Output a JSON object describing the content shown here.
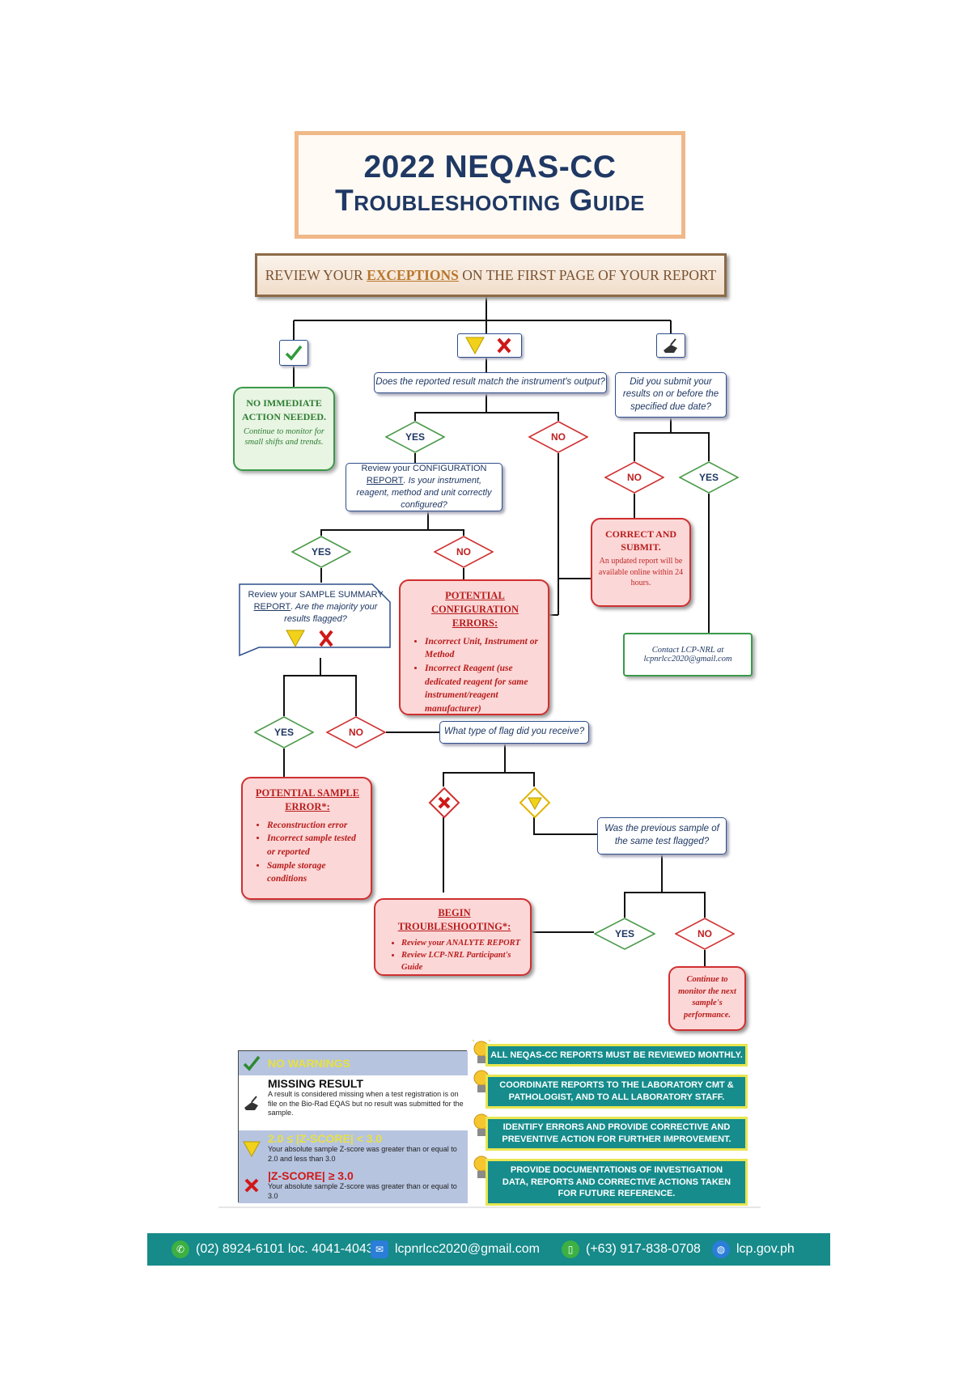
{
  "title": {
    "line1": "2022 NEQAS-CC",
    "line2": "Troubleshooting Guide"
  },
  "review_bar": {
    "pre": "REVIEW YOUR ",
    "emph": "EXCEPTIONS",
    "post": " ON THE FIRST PAGE OF YOUR REPORT"
  },
  "top_icons": {
    "check": "check-icon",
    "warn_cross": "warning-and-cross-icons",
    "missing": "hand-writing-icon"
  },
  "no_action": {
    "title": "NO IMMEDIATE ACTION NEEDED.",
    "note": "Continue to monitor for small shifts and trends."
  },
  "q_match": "Does the reported result match the instrument's output?",
  "q_submit": "Did you submit your results on or before the specified due date?",
  "d_yes_1": "YES",
  "d_no_1": "NO",
  "q_config": {
    "pre": "Review your CONFIGURATION",
    "link": "REPORT",
    "post": ". Is your instrument, reagent, method and unit correctly configured?"
  },
  "d_no_submit": "NO",
  "d_yes_submit": "YES",
  "correct_submit": {
    "title": "CORRECT AND SUBMIT.",
    "note": "An updated report will be available online within 24 hours."
  },
  "d_yes_2": "YES",
  "d_no_2": "NO",
  "q_summary": {
    "pre": "Review your SAMPLE SUMMARY",
    "link": "REPORT",
    "post": ". Are the majority your results flagged?"
  },
  "config_errors": {
    "title": "POTENTIAL CONFIGURATION ERRORS:",
    "items": [
      "Incorrect Unit, Instrument or Method",
      "Incorrect Reagent (use dedicated reagent for same instrument/reagent manufacturer)"
    ]
  },
  "contact": {
    "pre": "Contact LCP-NRL at",
    "email": "lcpnrlcc2020@gmail.com"
  },
  "d_yes_3": "YES",
  "d_no_3": "NO",
  "q_flag": "What type of flag did you receive?",
  "sample_error": {
    "title": "POTENTIAL SAMPLE ERROR*:",
    "items": [
      "Reconstruction error",
      "Incorrect sample tested or reported",
      "Sample storage conditions"
    ]
  },
  "q_previous": "Was the previous sample of the same test flagged?",
  "troubleshoot": {
    "title": "BEGIN TROUBLESHOOTING*:",
    "items": [
      "Review your ANALYTE REPORT",
      "Review LCP-NRL Participant's Guide"
    ]
  },
  "d_yes_4": "YES",
  "d_no_4": "NO",
  "monitor": "Continue to monitor the next sample's performance.",
  "legend": [
    {
      "icon": "check-icon",
      "title": "NO WARNINGS",
      "desc": ""
    },
    {
      "icon": "hand-writing-icon",
      "title": "MISSING RESULT",
      "desc": "A result is considered missing when a test registration is on file on the Bio-Rad EQAS but no result was submitted for the sample."
    },
    {
      "icon": "warning-icon",
      "title": "2.0 ≤ |Z-SCORE| < 3.0",
      "desc": "Your absolute sample Z-score was greater than or equal to 2.0 and less than 3.0"
    },
    {
      "icon": "cross-icon",
      "title": "|Z-SCORE| ≥ 3.0",
      "desc": "Your absolute sample Z-score was greater than or equal to 3.0"
    }
  ],
  "tips": [
    "ALL NEQAS-CC REPORTS MUST BE REVIEWED MONTHLY.",
    "COORDINATE REPORTS TO THE LABORATORY CMT & PATHOLOGIST, AND TO ALL LABORATORY STAFF.",
    "IDENTIFY ERRORS AND PROVIDE CORRECTIVE AND PREVENTIVE ACTION FOR FURTHER IMPROVEMENT.",
    "PROVIDE DOCUMENTATIONS OF INVESTIGATION DATA, REPORTS AND CORRECTIVE ACTIONS TAKEN FOR FUTURE REFERENCE."
  ],
  "footer": {
    "phone": "(02) 8924-6101 loc. 4041-4043",
    "email": "lcpnrlcc2020@gmail.com",
    "mobile": "(+63) 917-838-0708",
    "web": "lcp.gov.ph"
  },
  "colors": {
    "navy": "#1f3864",
    "green": "#3a9a4a",
    "red": "#d03030",
    "teal": "#178a8a",
    "yellow": "#f2d11a",
    "peach": "#f0b888"
  }
}
